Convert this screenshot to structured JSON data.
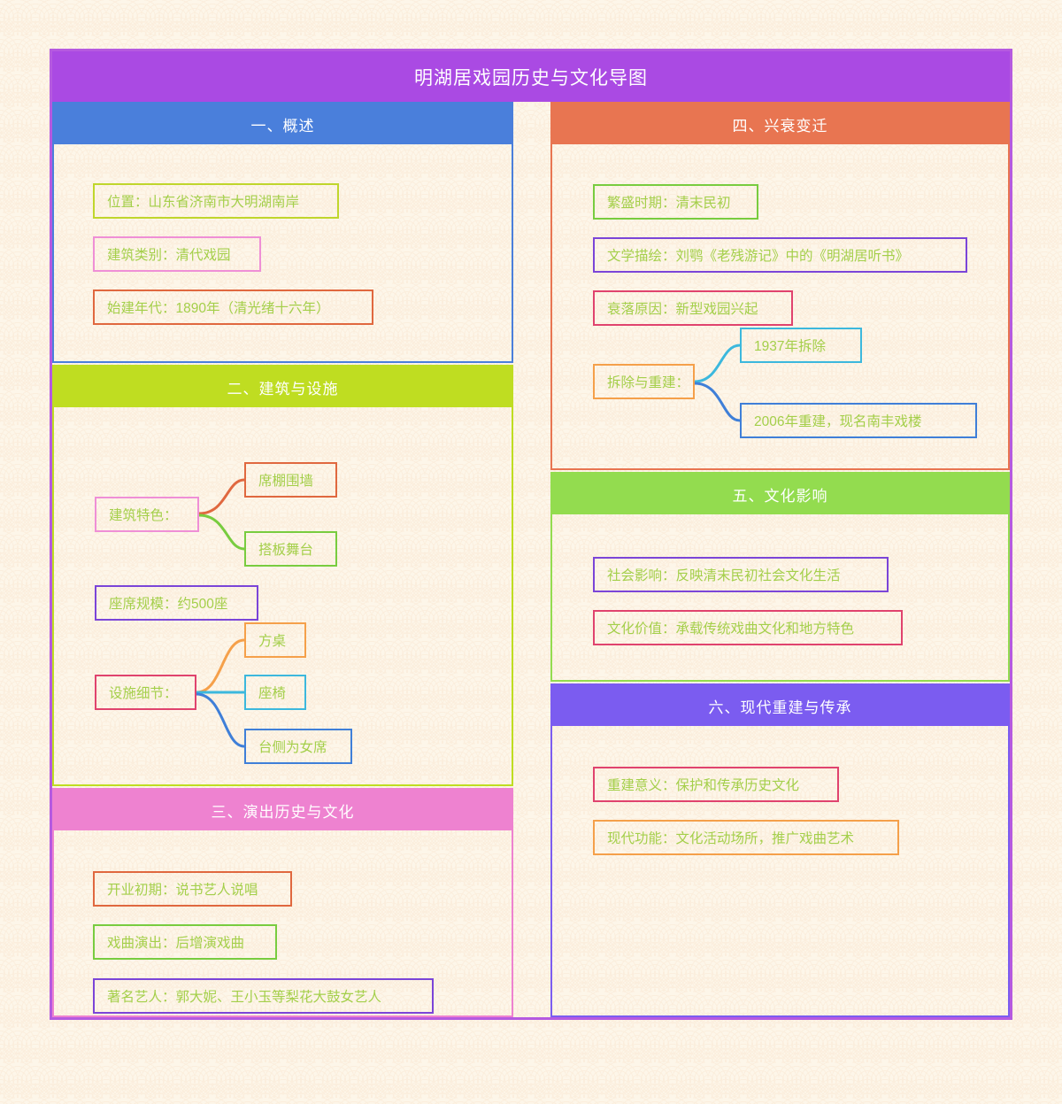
{
  "title": "明湖居戏园历史与文化导图",
  "theme": {
    "title_bg": "#aa4ae3",
    "frame_border": "#b55ae0",
    "node_text": "#a4cf4a",
    "page_bg": "#fdf6e9",
    "pattern": "#fbeedd"
  },
  "sections": [
    {
      "id": "overview",
      "header": "一、概述",
      "color": "#4a7fdb",
      "nodes": [
        {
          "label": "位置：山东省济南市大明湖南岸",
          "color": "#c0d62c"
        },
        {
          "label": "建筑类别：清代戏园",
          "color": "#ef8fd6"
        },
        {
          "label": "始建年代：1890年（清光绪十六年）",
          "color": "#e0683f"
        }
      ]
    },
    {
      "id": "architecture",
      "header": "二、建筑与设施",
      "color": "#bfdd21",
      "nodes": [
        {
          "label": "建筑特色：",
          "color": "#ef8fd6"
        },
        {
          "label": "席棚围墙",
          "color": "#e0683f"
        },
        {
          "label": "搭板舞台",
          "color": "#78cc3f"
        },
        {
          "label": "座席规模：约500座",
          "color": "#7b45d8"
        },
        {
          "label": "设施细节：",
          "color": "#e0436e"
        },
        {
          "label": "方桌",
          "color": "#f5a martial"
        },
        {
          "label": "座椅",
          "color": "#3cb8dd"
        },
        {
          "label": "台侧为女席",
          "color": "#3f7fd8"
        }
      ]
    },
    {
      "id": "performance",
      "header": "三、演出历史与文化",
      "color": "#ee82d0",
      "nodes": [
        {
          "label": "开业初期：说书艺人说唱",
          "color": "#e0683f"
        },
        {
          "label": "戏曲演出：后增演戏曲",
          "color": "#78cc3f"
        },
        {
          "label": "著名艺人：郭大妮、王小玉等梨花大鼓女艺人",
          "color": "#7b45d8"
        }
      ]
    },
    {
      "id": "rise-fall",
      "header": "四、兴衰变迁",
      "color": "#e87551",
      "nodes": [
        {
          "label": "繁盛时期：清末民初",
          "color": "#78cc3f"
        },
        {
          "label": "文学描绘：刘鹗《老残游记》中的《明湖居听书》",
          "color": "#7b45d8"
        },
        {
          "label": "衰落原因：新型戏园兴起",
          "color": "#e0436e"
        },
        {
          "label": "拆除与重建：",
          "color": "#f5a04a"
        },
        {
          "label": "1937年拆除",
          "color": "#3cb8dd"
        },
        {
          "label": "2006年重建，现名南丰戏楼",
          "color": "#3f7fd8"
        }
      ]
    },
    {
      "id": "cultural-impact",
      "header": "五、文化影响",
      "color": "#93dc4f",
      "nodes": [
        {
          "label": "社会影响：反映清末民初社会文化生活",
          "color": "#7b45d8"
        },
        {
          "label": "文化价值：承载传统戏曲文化和地方特色",
          "color": "#e0436e"
        }
      ]
    },
    {
      "id": "modern-rebuild",
      "header": "六、现代重建与传承",
      "color": "#7b5cf0",
      "nodes": [
        {
          "label": "重建意义：保护和传承历史文化",
          "color": "#e0436e"
        },
        {
          "label": "现代功能：文化活动场所，推广戏曲艺术",
          "color": "#f5a04a"
        }
      ]
    }
  ]
}
